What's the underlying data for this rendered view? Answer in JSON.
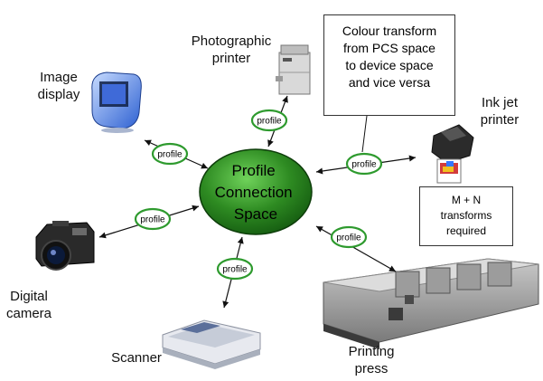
{
  "center": {
    "label": "Profile\nConnection\nSpace",
    "fill": "#2e8b22"
  },
  "link_label": "profile",
  "pill_border_color": "#2e9a2e",
  "devices": {
    "photographic_printer": "Photographic\nprinter",
    "image_display": "Image\ndisplay",
    "ink_jet_printer": "Ink jet\nprinter",
    "digital_camera": "Digital\ncamera",
    "scanner": "Scanner",
    "printing_press": "Printing\npress"
  },
  "callouts": {
    "colour_transform": "Colour transform\nfrom PCS space\nto device space\nand vice versa",
    "mn_transforms": "M + N\ntransforms\nrequired"
  }
}
